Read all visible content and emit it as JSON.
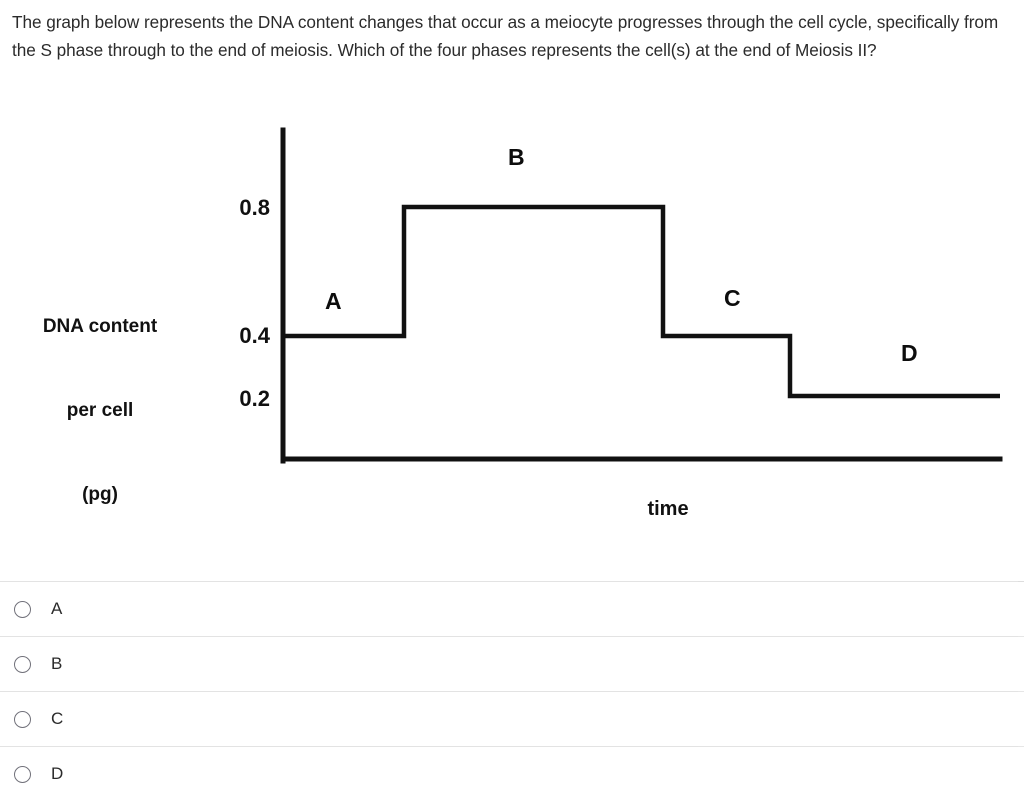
{
  "question": {
    "text": "The graph below represents the DNA content changes that occur as a meiocyte progresses through the cell cycle, specifically from the S phase through to the end of meiosis. Which of the four phases represents the cell(s) at the end of Meiosis II?"
  },
  "chart_data": {
    "type": "line",
    "title": "",
    "xlabel": "time",
    "ylabel": "DNA content per cell (pg)",
    "ylabel_lines": [
      "DNA content",
      "per cell",
      "(pg)"
    ],
    "ytick_labels": [
      "0.8",
      "0.4",
      "0.2"
    ],
    "ytick_values": [
      0.8,
      0.4,
      0.2
    ],
    "ylim": [
      0,
      1.0
    ],
    "grid": false,
    "legend": false,
    "annotations": [
      {
        "label": "A",
        "value": 0.4
      },
      {
        "label": "B",
        "value": 0.8
      },
      {
        "label": "C",
        "value": 0.4
      },
      {
        "label": "D",
        "value": 0.2
      }
    ],
    "series": [
      {
        "name": "DNA content per cell",
        "step": "post",
        "x": [
          0,
          25,
          25,
          58,
          58,
          76,
          76,
          100
        ],
        "values": [
          0.4,
          0.4,
          0.8,
          0.8,
          0.4,
          0.4,
          0.2,
          0.2
        ]
      }
    ],
    "segments": [
      {
        "phase": "A",
        "level": 0.4,
        "x_start": 0,
        "x_end": 25
      },
      {
        "phase": "B",
        "level": 0.8,
        "x_start": 25,
        "x_end": 58
      },
      {
        "phase": "C",
        "level": 0.4,
        "x_start": 58,
        "x_end": 76
      },
      {
        "phase": "D",
        "level": 0.2,
        "x_start": 76,
        "x_end": 100
      }
    ]
  },
  "answers": {
    "options": [
      {
        "label": "A",
        "selected": false
      },
      {
        "label": "B",
        "selected": false
      },
      {
        "label": "C",
        "selected": false
      },
      {
        "label": "D",
        "selected": false
      }
    ]
  },
  "colors": {
    "plot_line": "#111111",
    "axis": "#111111",
    "text": "#2b2b2b",
    "separator": "#e3e3e3",
    "radio_border": "#71717a",
    "background": "#ffffff"
  }
}
